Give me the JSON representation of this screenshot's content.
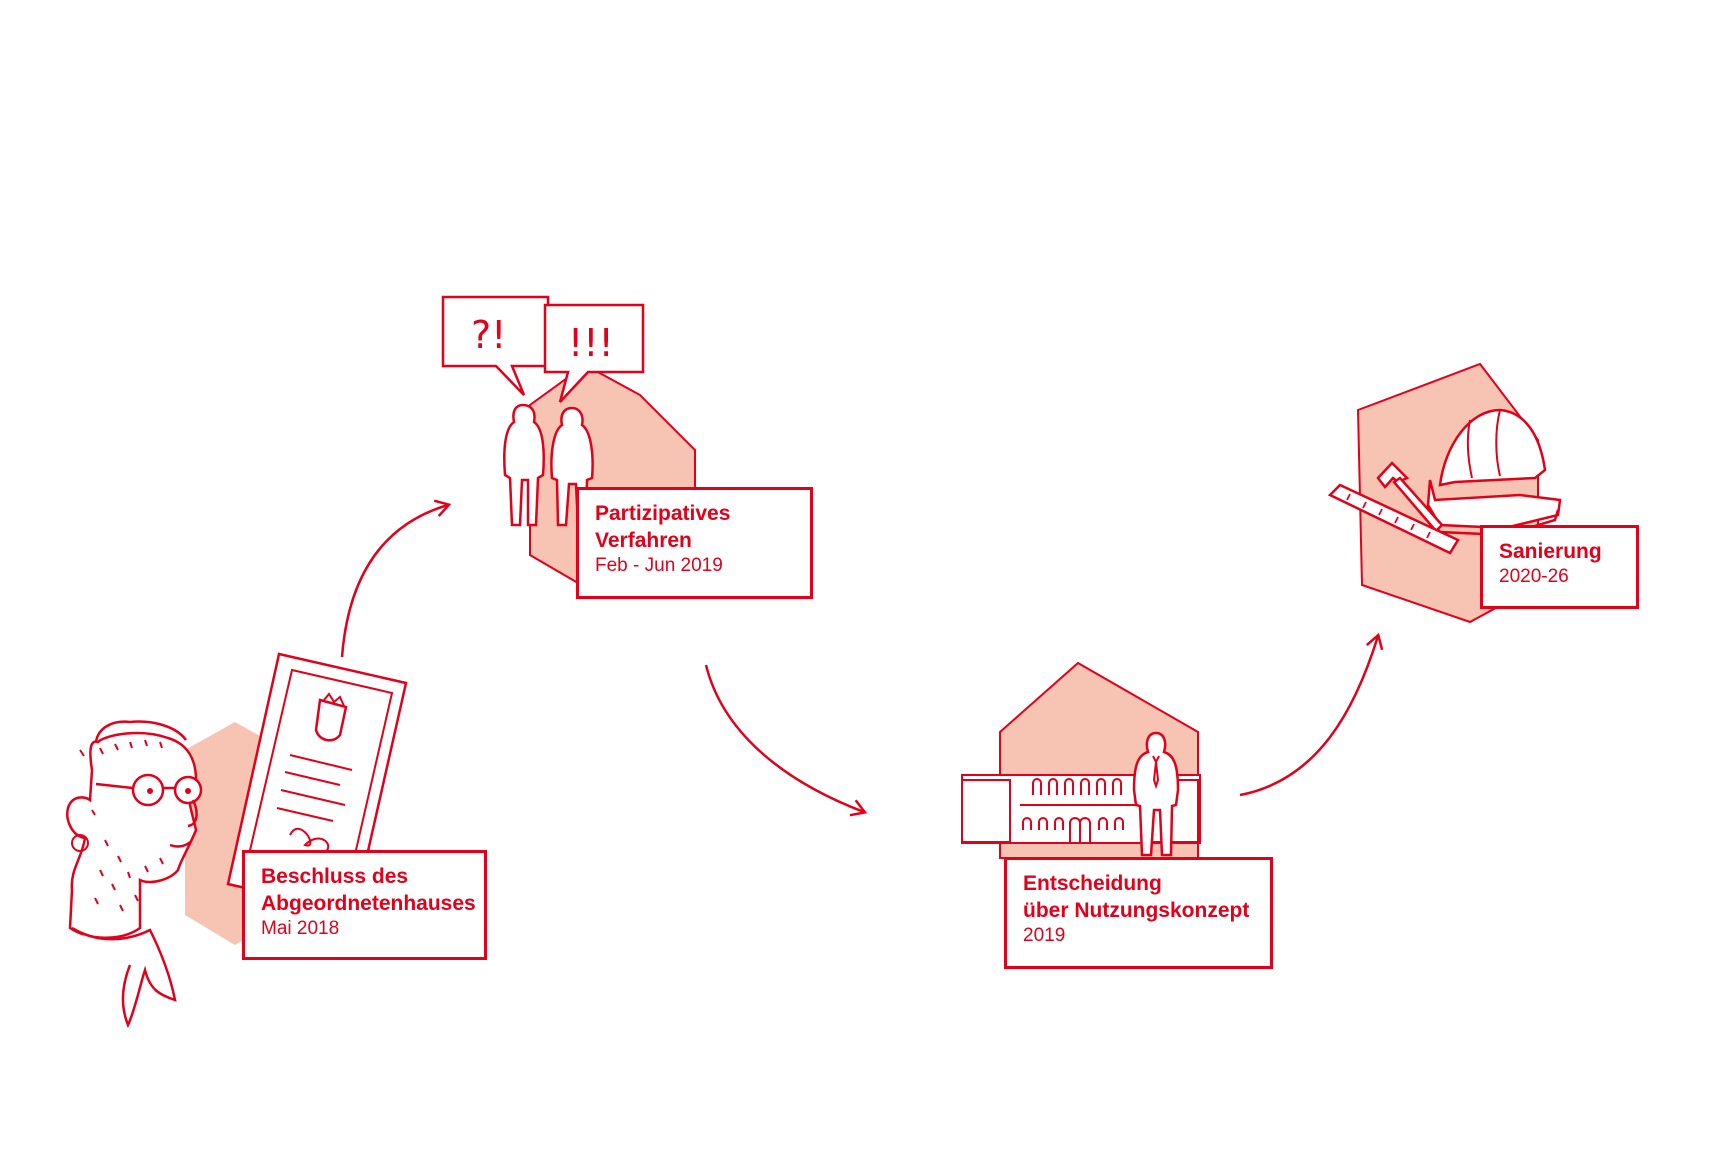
{
  "colors": {
    "accent": "#e2001a",
    "fill": "#f7c3b3",
    "background": "#ffffff"
  },
  "steps": [
    {
      "title_1": "Beschluss des",
      "title_2": "Abgeordnetenhauses",
      "date": "Mai 2018"
    },
    {
      "title_1": "Partizipatives",
      "title_2": "Verfahren",
      "date": "Feb - Jun 2019"
    },
    {
      "title_1": "Entscheidung",
      "title_2": "über Nutzungskonzept",
      "date": "2019"
    },
    {
      "title_1": "Sanierung",
      "date": "2020-26"
    }
  ],
  "bubbles": {
    "left": "?!",
    "right": "!!!"
  },
  "icons": [
    "man-with-glasses-illustration",
    "certificate-icon",
    "people-icon",
    "speech-bubble-icon",
    "building-icon",
    "businessman-icon",
    "hard-hat-icon",
    "hammer-icon",
    "ruler-icon",
    "arrow-icon"
  ]
}
